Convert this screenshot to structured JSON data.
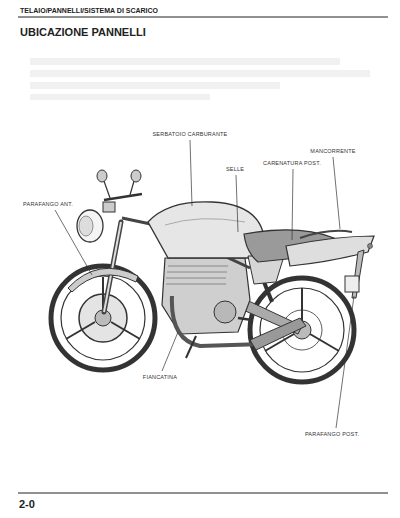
{
  "diagram": {
    "title": "UBICAZIONE PANNELLI",
    "labels": [
      "TELAIO/PANNELLI/SISTEMA DI SCARICO",
      "SERBATOIO CARBURANTE",
      "MANCORRENTE",
      "CARENATURA POST.",
      "SELLE",
      "PARAFANGO ANT.",
      "FIANCATINA",
      "PARAFANGO POST.",
      "2-0"
    ]
  }
}
